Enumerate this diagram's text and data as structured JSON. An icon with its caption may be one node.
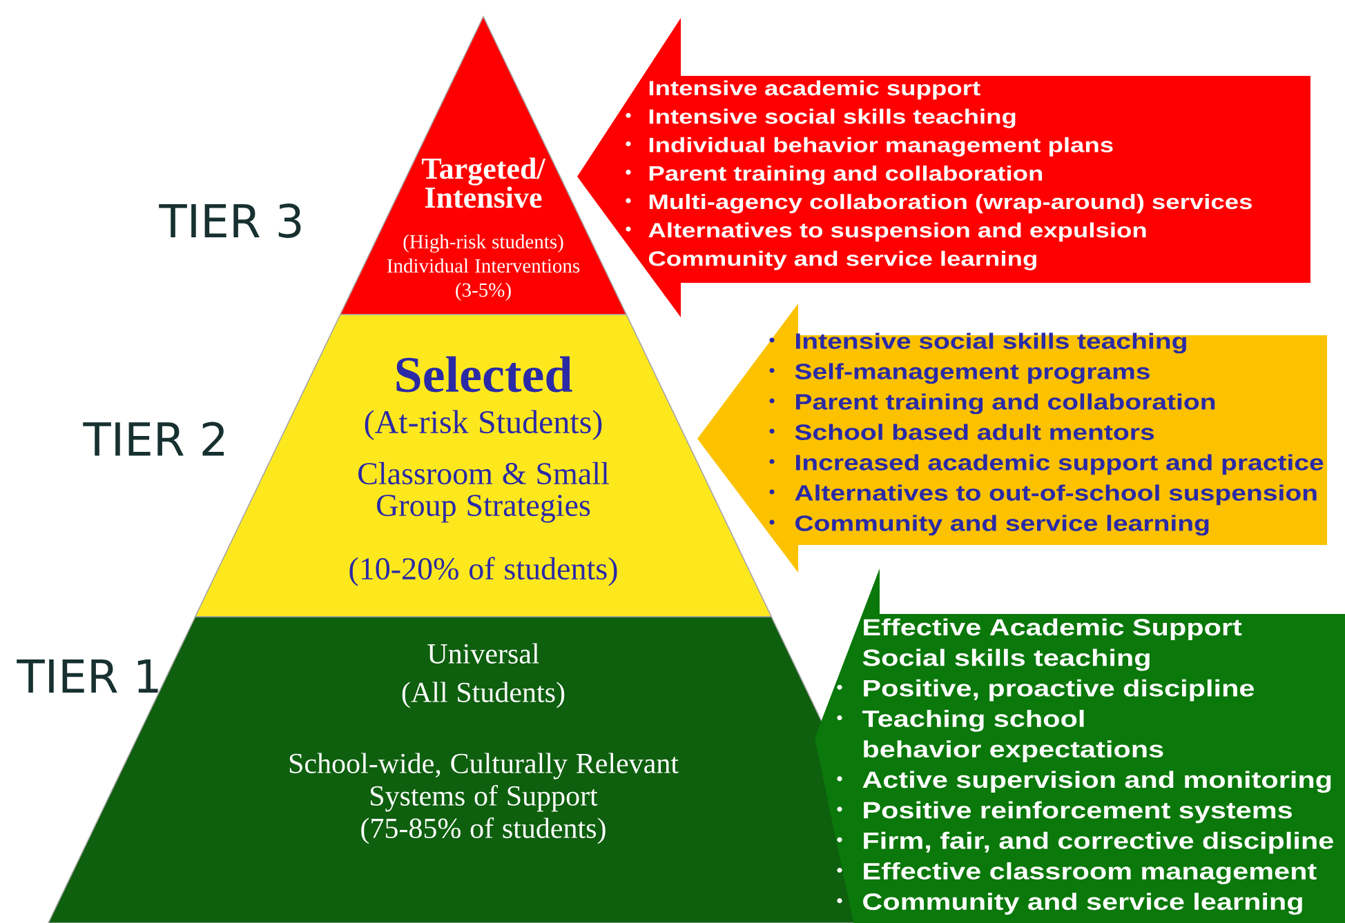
{
  "diagram": {
    "nodes": [
      {
        "text": [
          "Targeted/ Intensive",
          "(High-risk students) Individual Interventions (3-5%)"
        ]
      },
      {
        "text": [
          "Selected",
          "(At-risk Students)",
          "Classroom & Small Group Strategies",
          "(10-20% of students)"
        ]
      },
      {
        "text": [
          "Universal (All Students)",
          "School-wide, Culturally Relevant Systems of Support (75-85% of students)"
        ]
      },
      {
        "text": [
          "Intensive academic support",
          "Intensive social skills teaching",
          "Individual behavior management plans",
          "Parent training and collaboration",
          "Multi-agency collaboration (wrap-around) services",
          "Alternatives to suspension and expulsion",
          "Community and service learning"
        ]
      },
      {
        "text": [
          "Intensive social skills teaching",
          "Self-management programs",
          "Parent training and collaboration",
          "School based adult mentors",
          "Increased academic support and practice",
          "Alternatives to out-of-school suspension",
          "Community and service learning"
        ]
      },
      {
        "text": [
          "Effective Academic Support",
          "Social skills teaching",
          "Positive, proactive discipline",
          "Teaching school behavior expectations",
          "Active supervision and monitoring",
          "Positive reinforcement systems",
          "Firm, fair, and corrective discipline",
          "Effective classroom management",
          "Community and service learning"
        ]
      }
    ],
    "labels": [
      "TIER 3",
      "TIER 2",
      "TIER 1"
    ]
  }
}
